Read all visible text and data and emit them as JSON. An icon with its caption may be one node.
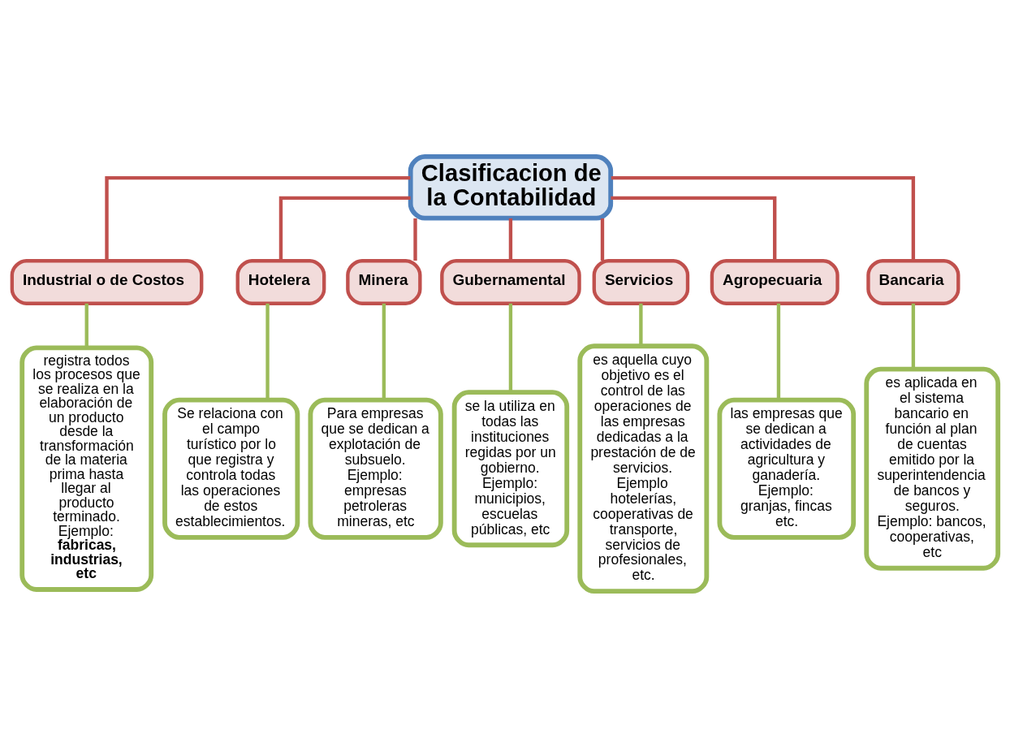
{
  "diagram": {
    "nodes": [
      {
        "text": [
          "Clasificacion de la Contabilidad"
        ]
      },
      {
        "text": [
          "Industrial o de Costos"
        ]
      },
      {
        "text": [
          "Hotelera"
        ]
      },
      {
        "text": [
          "Minera"
        ]
      },
      {
        "text": [
          "Gubernamental"
        ]
      },
      {
        "text": [
          "Servicios"
        ]
      },
      {
        "text": [
          "Agropecuaria"
        ]
      },
      {
        "text": [
          "Bancaria"
        ]
      },
      {
        "text": [
          "registra todos los procesos que se realiza en la elaboración de un producto desde la transformación de la materia prima hasta llegar al producto terminado. Ejemplo: **fabricas, industrias, etc**"
        ]
      },
      {
        "text": [
          "Se relaciona con el campo turístico por lo que registra y controla todas las operaciones de estos establecimientos."
        ]
      },
      {
        "text": [
          "Para empresas que se dedican a explotación de subsuelo. Ejemplo: empresas petroleras mineras, etc"
        ]
      },
      {
        "text": [
          "se la utiliza en todas las instituciones regidas por un gobierno. Ejemplo: municipios, escuelas públicas, etc"
        ]
      },
      {
        "text": [
          "es aquella cuyo objetivo es el control de las operaciones de las empresas dedicadas a la prestación de de servicios. Ejemplo hotelerías, cooperativas de transporte, servicios de profesionales, etc."
        ]
      },
      {
        "text": [
          "las empresas que se dedican a actividades de agricultura y ganadería. Ejemplo: granjas, fincas etc."
        ]
      },
      {
        "text": [
          "es aplicada en el sistema bancario en función al plan de cuentas emitido por la superintendencia de bancos y seguros. Ejemplo: bancos, cooperativas, etc"
        ]
      }
    ],
    "edges": [
      {
        "from": 0,
        "to": 1,
        "arrow": "none",
        "color": "#c0504d"
      },
      {
        "from": 0,
        "to": 2,
        "arrow": "none",
        "color": "#c0504d"
      },
      {
        "from": 0,
        "to": 3,
        "arrow": "none",
        "color": "#c0504d"
      },
      {
        "from": 0,
        "to": 4,
        "arrow": "none",
        "color": "#c0504d"
      },
      {
        "from": 0,
        "to": 5,
        "arrow": "none",
        "color": "#c0504d"
      },
      {
        "from": 0,
        "to": 6,
        "arrow": "none",
        "color": "#c0504d"
      },
      {
        "from": 0,
        "to": 7,
        "arrow": "none",
        "color": "#c0504d"
      },
      {
        "from": 1,
        "to": 8,
        "arrow": "none",
        "color": "#9bbb59"
      },
      {
        "from": 2,
        "to": 9,
        "arrow": "none",
        "color": "#9bbb59"
      },
      {
        "from": 3,
        "to": 10,
        "arrow": "none",
        "color": "#9bbb59"
      },
      {
        "from": 4,
        "to": 11,
        "arrow": "none",
        "color": "#9bbb59"
      },
      {
        "from": 5,
        "to": 12,
        "arrow": "none",
        "color": "#9bbb59"
      },
      {
        "from": 6,
        "to": 13,
        "arrow": "none",
        "color": "#9bbb59"
      },
      {
        "from": 7,
        "to": 14,
        "arrow": "none",
        "color": "#9bbb59"
      }
    ]
  }
}
